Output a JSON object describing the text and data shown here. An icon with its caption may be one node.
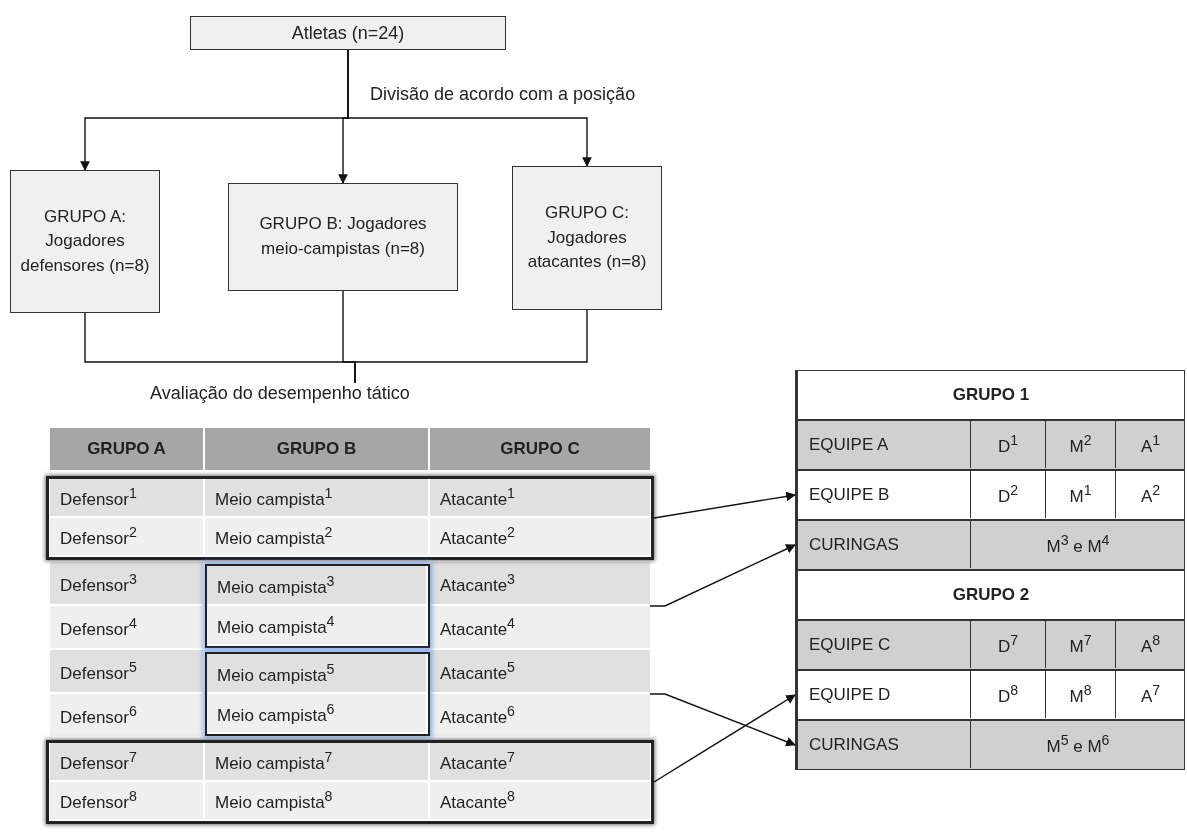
{
  "diagram": {
    "nodes": [
      {
        "text": [
          "Atletas (n=24)"
        ]
      },
      {
        "text": [
          "GRUPO A: Jogadores defensores (n=8)"
        ]
      },
      {
        "text": [
          "GRUPO B: Jogadores meio-campistas (n=8)"
        ]
      },
      {
        "text": [
          "GRUPO C: Jogadores atacantes (n=8)"
        ]
      },
      {
        "text": [
          "Avaliação do desempenho tático"
        ]
      },
      {
        "text": [
          "Defensor$^{1}$",
          "Meio campista$^{1}$",
          "Atacante$^{1}$",
          "Defensor$^{2}$",
          "Meio campista$^{2}$",
          "Atacante$^{2}$"
        ]
      },
      {
        "text": [
          "Meio campista$^{3}$",
          "Meio campista$^{4}$"
        ]
      },
      {
        "text": [
          "Meio campista$^{5}$",
          "Meio campista$^{6}$"
        ]
      },
      {
        "text": [
          "Defensor$^{7}$",
          "Meio campista$^{7}$",
          "Atacante$^{7}$",
          "Defensor$^{8}$",
          "Meio campista$^{8}$",
          "Atacante$^{8}$"
        ]
      },
      {
        "text": [
          "GRUPO 1"
        ]
      },
      {
        "text": [
          "EQUIPE A",
          "D$^{1}$",
          "M$^{2}$",
          "A$^{1}$"
        ]
      },
      {
        "text": [
          "EQUIPE B",
          "D$^{2}$",
          "M$^{1}$",
          "A$^{2}$"
        ]
      },
      {
        "text": [
          "CURINGAS",
          "M$^{3}$ e M$^{4}$"
        ]
      },
      {
        "text": [
          "GRUPO 2"
        ]
      },
      {
        "text": [
          "EQUIPE C",
          "D$^{7}$",
          "M$^{7}$",
          "A$^{8}$"
        ]
      },
      {
        "text": [
          "EQUIPE D",
          "D$^{8}$",
          "M$^{8}$",
          "A$^{7}$"
        ]
      },
      {
        "text": [
          "CURINGAS",
          "M$^{5}$ e M$^{6}$"
        ]
      }
    ],
    "edges": [
      {
        "from": 0,
        "to": 1,
        "arrow": "to"
      },
      {
        "from": 0,
        "to": 2,
        "arrow": "to",
        "label": "Divisão de acordo com a posição"
      },
      {
        "from": 0,
        "to": 3,
        "arrow": "to"
      },
      {
        "from": 1,
        "to": 4,
        "arrow": "none"
      },
      {
        "from": 2,
        "to": 4,
        "arrow": "none"
      },
      {
        "from": 3,
        "to": 4,
        "arrow": "none"
      },
      {
        "from": 5,
        "to": 11,
        "arrow": "to"
      },
      {
        "from": 6,
        "to": 12,
        "arrow": "to"
      },
      {
        "from": 7,
        "to": 16,
        "arrow": "to"
      },
      {
        "from": 8,
        "to": 15,
        "arrow": "to"
      }
    ],
    "labels": [
      "GRUPO A",
      "GRUPO B",
      "GRUPO C",
      "Defensor$^{3}$",
      "Atacante$^{3}$",
      "Defensor$^{4}$",
      "Atacante$^{4}$",
      "Defensor$^{5}$",
      "Atacante$^{5}$",
      "Defensor$^{6}$",
      "Atacante$^{6}$"
    ]
  }
}
